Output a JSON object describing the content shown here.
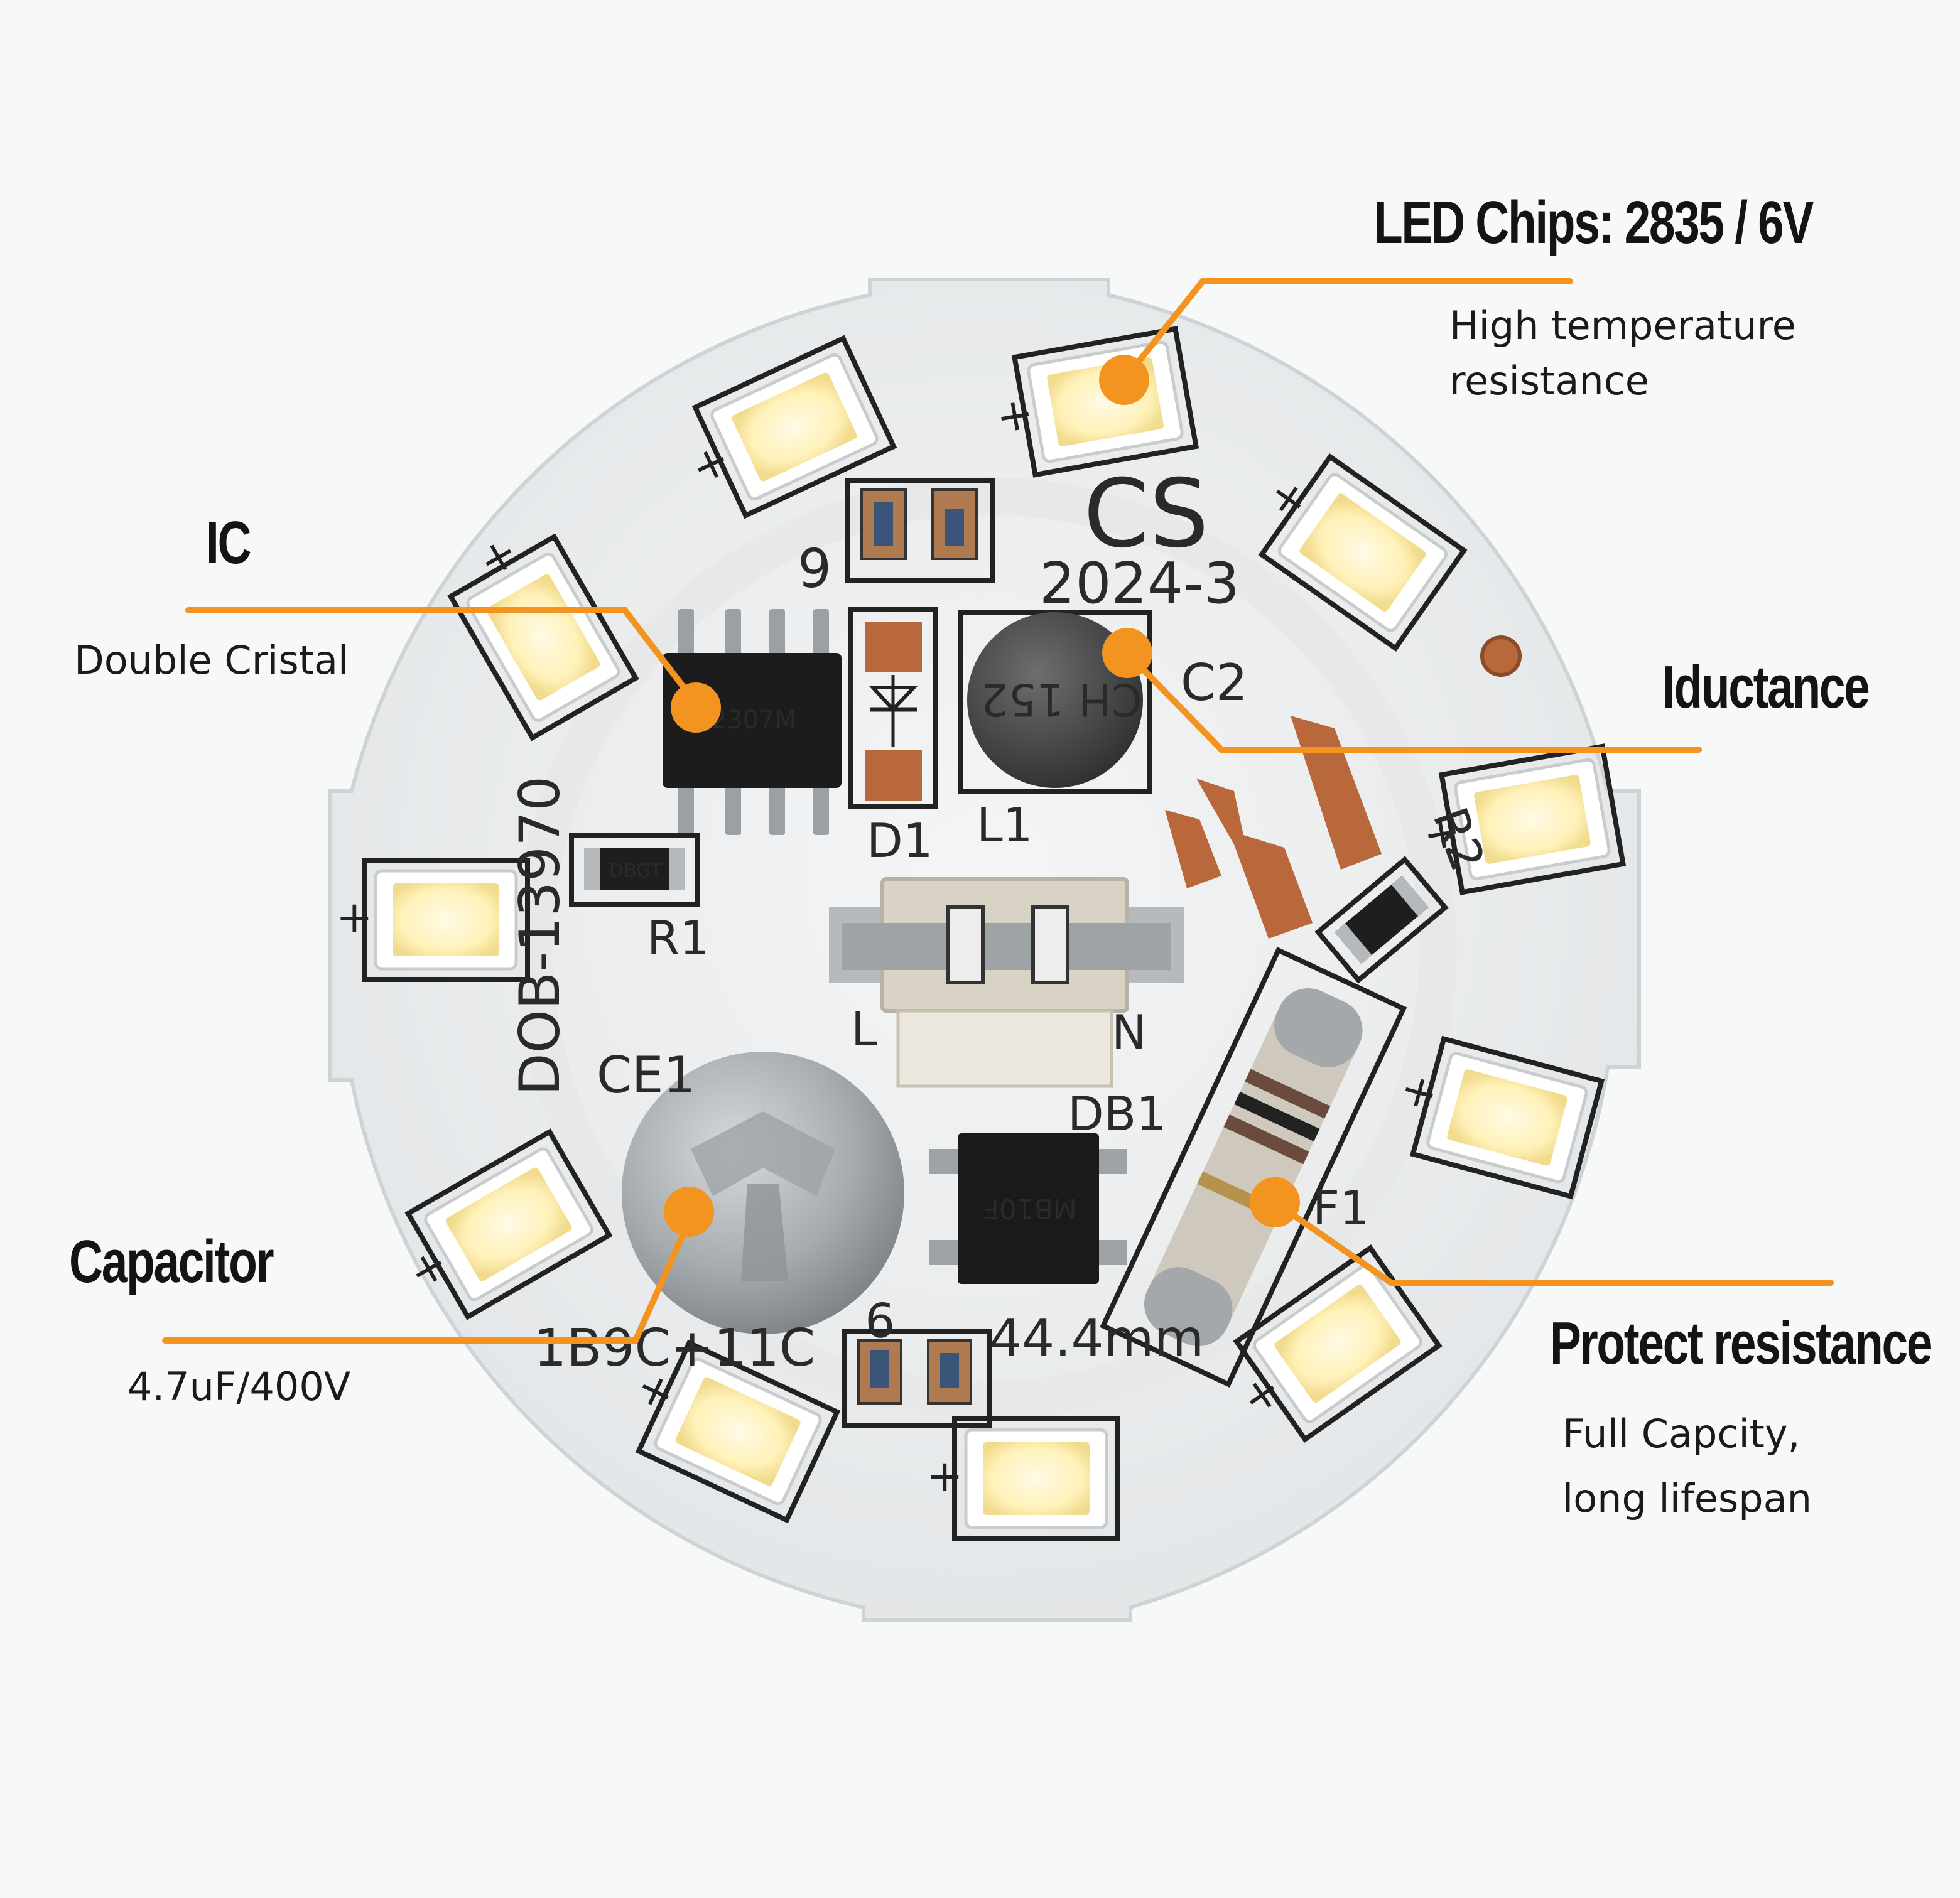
{
  "colors": {
    "accent": "#f39320",
    "board": "#eceeef",
    "silkscreen": "#2a2a2a",
    "led": "#fff3c4",
    "copper": "#b8683a",
    "component": "#1f1f1f"
  },
  "board": {
    "marking_brand": "CS",
    "marking_date": "2024-3",
    "marking_model": "DOB-13970",
    "marking_size": "44.4mm",
    "marking_code": "1B9C+11C",
    "labels": {
      "c2": "C2",
      "d1": "D1",
      "l1": "L1",
      "r1": "R1",
      "r2": "R2",
      "ce1": "CE1",
      "db1": "DB1",
      "f1": "F1",
      "l": "L",
      "n": "N",
      "nine_top": "9",
      "nine_bottom": "9"
    },
    "chip_text": {
      "inductor": "CH 152",
      "ic": "2307M",
      "rectifier": "MB10F",
      "resistor": "DBGT"
    }
  },
  "callouts": {
    "led": {
      "title": "LED Chips:  2835 / 6V",
      "lines": [
        "High temperature",
        "resistance"
      ]
    },
    "ic": {
      "title": "IC",
      "lines": [
        "Double Cristal"
      ]
    },
    "inductance": {
      "title": "Iductance",
      "lines": []
    },
    "capacitor": {
      "title": "Capacitor",
      "lines": [
        "4.7uF/400V"
      ]
    },
    "protect": {
      "title": "Protect resistance",
      "lines": [
        "Full Capcity,",
        "long lifespan"
      ]
    }
  }
}
